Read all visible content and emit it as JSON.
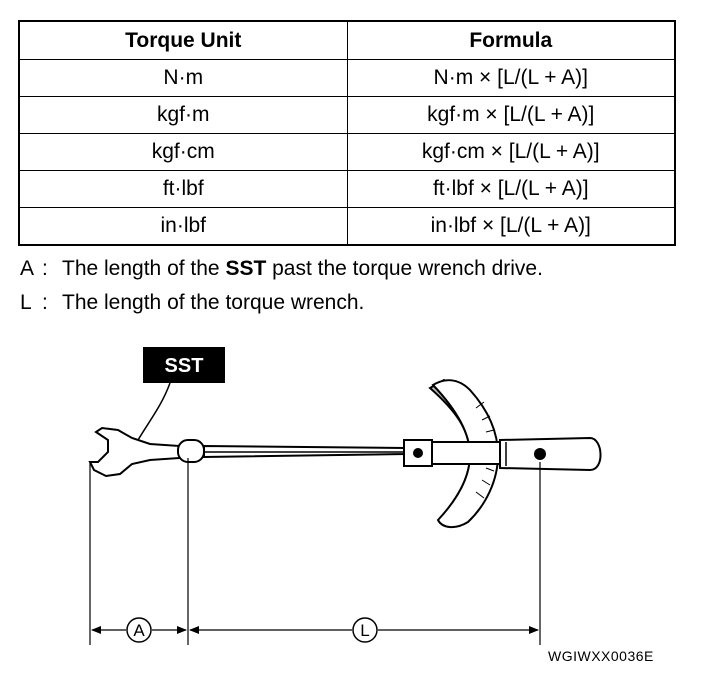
{
  "table": {
    "headers": [
      "Torque Unit",
      "Formula"
    ],
    "rows": [
      [
        "N·m",
        "N·m × [L/(L + A)]"
      ],
      [
        "kgf·m",
        "kgf·m × [L/(L + A)]"
      ],
      [
        "kgf·cm",
        "kgf·cm × [L/(L + A)]"
      ],
      [
        "ft·lbf",
        "ft·lbf × [L/(L + A)]"
      ],
      [
        "in·lbf",
        "in·lbf × [L/(L + A)]"
      ]
    ]
  },
  "notes": {
    "a": {
      "key": "A",
      "sep": ":",
      "pre": "The length of the ",
      "bold": "SST",
      "post": " past the torque wrench drive."
    },
    "l": {
      "key": "L",
      "sep": ":",
      "text": "The length of the torque wrench."
    }
  },
  "figure": {
    "sst_label": "SST",
    "dim_a_label": "A",
    "dim_l_label": "L",
    "code": "WGIWXX0036E"
  }
}
